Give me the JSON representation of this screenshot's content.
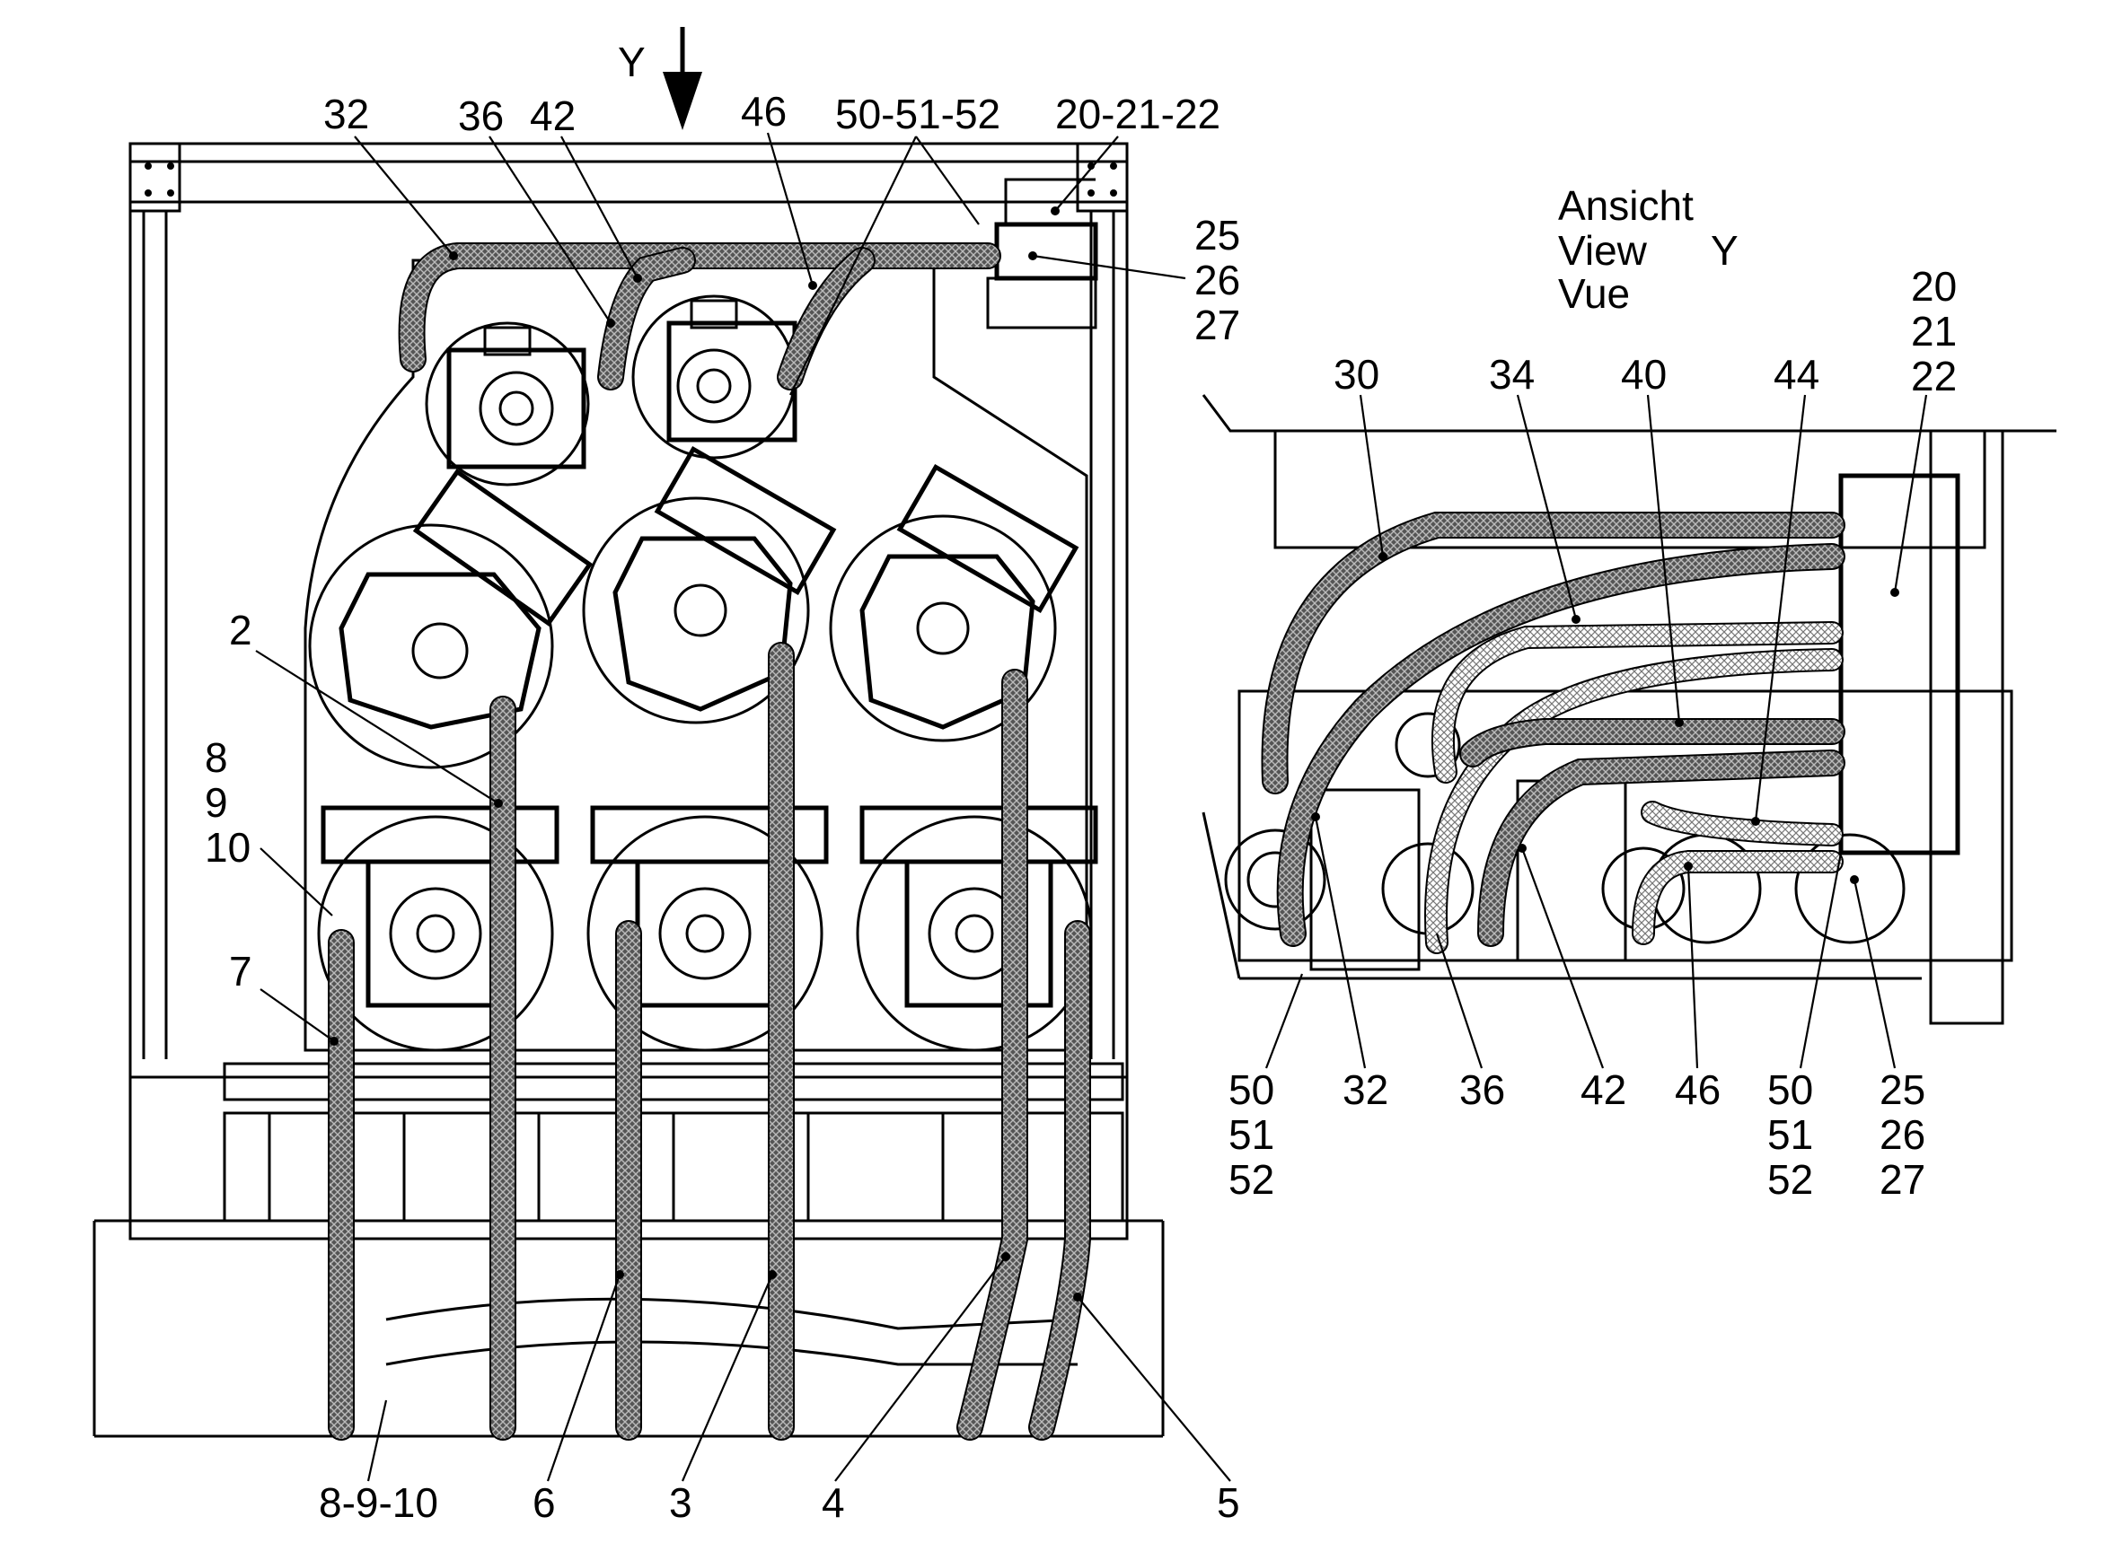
{
  "arrow_label": "Y",
  "view_caption": [
    "Ansicht",
    "View",
    "Vue"
  ],
  "view_letter": "Y",
  "main_callouts": {
    "top": [
      "32",
      "36",
      "42",
      "46",
      "50-51-52",
      "20-21-22"
    ],
    "right_stack": [
      "25",
      "26",
      "27"
    ],
    "left_stack": [
      "8",
      "9",
      "10"
    ],
    "left_singles": [
      "2",
      "7"
    ],
    "bottom": [
      "8-9-10",
      "6",
      "3",
      "4",
      "5"
    ]
  },
  "inset_callouts": {
    "top": [
      "30",
      "34",
      "40",
      "44"
    ],
    "right_stack": [
      "20",
      "21",
      "22"
    ],
    "bottom_stack_left": [
      "50",
      "51",
      "52"
    ],
    "bottom_singles": [
      "32",
      "36",
      "42",
      "46"
    ],
    "bottom_stack_mid": [
      "50",
      "51",
      "52"
    ],
    "bottom_stack_right": [
      "25",
      "26",
      "27"
    ]
  }
}
